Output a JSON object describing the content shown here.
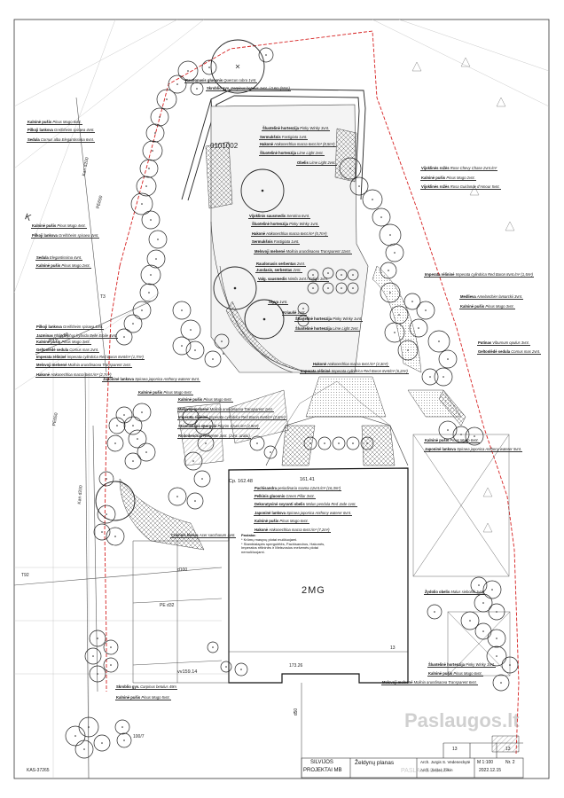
{
  "colors": {
    "line": "#222222",
    "boundary": "#d62020",
    "hatch": "#555555",
    "light": "#888888"
  },
  "labels_left": [
    {
      "b": "Raudonasis gluosnis",
      "i": "Quercus rubra 1vnt."
    },
    {
      "b": "Skroblio gyv.",
      "i": "Carpinus betulus 1vnt. / 0.6m (56m)"
    },
    {
      "b": "Kalninė pušis",
      "i": "Pinus Mugo 6vnt."
    },
    {
      "b": "Pilkoji lanksva",
      "i": "Greifsheim spiraea 4vnt."
    },
    {
      "b": "Sedula",
      "i": "Cornus alba Elegantissima 6vnt."
    },
    {
      "b": "Kalninė pušis",
      "i": "Pinus Mugo 4vnt."
    },
    {
      "b": "Pilkoji lanksva",
      "i": "Greifsheim spiraea 4vnt."
    },
    {
      "b": "Sedula",
      "i": "Elegantissima 4vnt."
    },
    {
      "b": "Kalninė pušis",
      "i": "Pinus Mugo 2vnt."
    },
    {
      "b": "Pilkoji lanksva",
      "i": "Greifsheim spiraea 1vnt."
    },
    {
      "b": "Jazminas",
      "i": "Philadelphus hybrida Belle Etoile 4vnt."
    },
    {
      "b": "Kalninė pušis",
      "i": "Pinus Mugo 3vnt."
    },
    {
      "b": "Geltonlėdė sedula",
      "i": "Cornus mas 2vnt."
    },
    {
      "b": "Imperata rėlininė",
      "i": "Imperata cylindrica Red Baron 8vnt/m² (1,7m²)"
    },
    {
      "b": "Melsvoji melvenė",
      "i": "Molinia arundinacea Transparent 1vnt."
    },
    {
      "b": "Hakonė",
      "i": "Hakonechloa macra 6vnt./m² (2,7m²)"
    },
    {
      "b": "Japoninė lanksva",
      "i": "Spiraea japonica Anthony waterer 6vnt."
    },
    {
      "b": "Kalninė pušis",
      "i": "Pinus Mugo 6vnt."
    },
    {
      "b": "Skroblio gyv.",
      "i": "Carpinus betulus 49m"
    },
    {
      "b": "Kalninė pušis",
      "i": "Pinus Mugo 5vnt."
    }
  ],
  "labels_center": [
    {
      "b": "Šluotelinė hortenzija",
      "i": "Pinky Winky 3vnt."
    },
    {
      "b": "Sermukšnis",
      "i": "Fastigiata 1vnt."
    },
    {
      "b": "Hakonė",
      "i": "Hakonechloa macra 6vnt./m² (8,5m²)"
    },
    {
      "b": "Šluotelinė hortenzija",
      "i": "Lime Light 2vnt."
    },
    {
      "b": "Obelis",
      "i": "Lime Light 2vnt."
    },
    {
      "b": "Vijoklinis sausmedis",
      "i": "Serotina 6vnt."
    },
    {
      "b": "Šluotelinė hortenzija",
      "i": "Pinky Winky 1vnt."
    },
    {
      "b": "Hakonė",
      "i": "Hakonechloa macra 6vnt./m² (5,7m²)"
    },
    {
      "b": "Sermukšnis",
      "i": "Fastigiata 1vnt."
    },
    {
      "b": "Melsvoji melvenė",
      "i": "Molinia arundinacea Transparent 11vnt."
    },
    {
      "b": "Raudonasis serbentas",
      "i": "2vnt."
    },
    {
      "b": "Juodasis, serbentas",
      "i": "2vnt."
    },
    {
      "b": "Valg. sausmedis",
      "i": "Nimfa 1vnt./ Indigo 1vnt."
    },
    {
      "b": "Slyva",
      "i": "1vnt."
    },
    {
      "b": "Kriaušė",
      "i": "1vnt."
    },
    {
      "b": "Šluotelinė hortenzija",
      "i": "Pinky Winky 1vnt."
    },
    {
      "b": "Šluotelinė hortenzija",
      "i": "Lime Light 2vnt."
    },
    {
      "b": "Hakonė",
      "i": "Hakonechloa macra 6vnt./m² (4,3m²)"
    },
    {
      "b": "Imperata rėlininė",
      "i": "Imperata cylindrica Red Baron 8vnt/m² (6,2m²)"
    },
    {
      "b": "Kalninė pušis",
      "i": "Pinus Mugo 6vnt."
    },
    {
      "b": "Melsvoji melvenė",
      "i": "Molinia arundinacea Transparent 1vnt."
    },
    {
      "b": "Imperata rėlininė",
      "i": "Imperata cylindrica Red Baron 8vnt/m² (2,8m²)"
    },
    {
      "b": "Stambialapė spergulė",
      "i": "Pilgrim 12vnt./m² (2,9m²)"
    },
    {
      "b": "Rododendras",
      "i": "Nofretete 3vnt. (2vnt. azaliu)"
    },
    {
      "b": "Pachisandra",
      "i": "periodinaria ssama 12vnt./m² (16,3m²)"
    },
    {
      "b": "Pelkinis gluosnis",
      "i": "Green Pillar 3vnt."
    },
    {
      "b": "Dekoratyvinė svyranti obelis",
      "i": "Malus pendula Red Jade 1vnt."
    },
    {
      "b": "Japoninė lanksva",
      "i": "Spiraea japonica Anthony waterer 6vnt."
    },
    {
      "b": "Kalninė pušis",
      "i": "Pinus Mugo 6vnt."
    },
    {
      "b": "Hakonė",
      "i": "Hakonechloa macra 6vnt./m² (7,2m²)"
    },
    {
      "b": "Cukrinis klevas",
      "i": "Acer saccharum 1vnt."
    }
  ],
  "labels_right": [
    {
      "b": "Vijoklinės rožės",
      "i": "Rose Chevy Chase 2vnt./m²"
    },
    {
      "b": "Kalninė pušis",
      "i": "Pinus Mugo 2vnt."
    },
    {
      "b": "Vijoklinės rožės",
      "i": "Rosa Guirlande d'Amour 5vnt."
    },
    {
      "b": "Imperata rėlininė",
      "i": "Imperata cylindrica Red Baron 8vnt./m² (1,5m²)"
    },
    {
      "b": "Medlieva",
      "i": "Amelanchier lamarckii 3vnt."
    },
    {
      "b": "Kalninė pušis",
      "i": "Pinus Mugo 3vnt."
    },
    {
      "b": "Putinas",
      "i": "Viburnum opulus 3vnt."
    },
    {
      "b": "Geltonlėdė sedula",
      "i": "Cornus mas 2vnt."
    },
    {
      "b": "Kalninė pušis",
      "i": "Pinus Mugo 6vnt."
    },
    {
      "b": "Japoninė lanksva",
      "i": "Spiraea japonica Anthony waterer 5vnt."
    },
    {
      "b": "Žydolio obelis",
      "i": "Malus sieboldii 1vnt."
    },
    {
      "b": "Šluotelinė hortenzija",
      "i": "Pinky Winky 1vnt."
    },
    {
      "b": "Kalninė pušis",
      "i": "Pinus Mugo 6vnt."
    },
    {
      "b": "Melsvoji melvenė",
      "i": "Molinia arundinacea Transparent 6vnt."
    }
  ],
  "notes": {
    "title": "Pastaba:",
    "lines": [
      "* Krūmų masyvų plotai mulčiuojami.",
      "* Stambialapės spergulėtės, Pachisandros, Hakonės,",
      "Imperatos rėlininės ir Melsvosios melvenės plotai",
      "nemulčiuojami."
    ]
  },
  "codes": {
    "parcel": "0101002",
    "building": "2MG",
    "pe650a": "PE650",
    "pe650b": "PE650",
    "pvc": "PVC d160",
    "t3": "T3",
    "t92": "T92",
    "kan": "Kan d200",
    "kan2": "Kan d200",
    "d100": "d100",
    "pe32": "PE d32",
    "d50": "d50",
    "vv": "vv159.14",
    "kas": "KAS-37265",
    "v100": "100/7",
    "c13": "13",
    "d13": "173.26",
    "lvl1": "Cp. 162.48",
    "lvl2": "161.41",
    "k1": "K"
  },
  "title_block": {
    "org_line1": "SILVIJOS",
    "org_line2": "PROJEKTAI MB",
    "drawing": "Želdynų planas",
    "arch1": "Arch. Jurgis S. Vedeneckytė",
    "arch2": "Arch. Justas Žilkin",
    "sheet": "M 1:100",
    "sheet_no": "Nr. 2",
    "date": "2022.12.15",
    "col1": "13",
    "col2": "13"
  },
  "watermark": "Paslaugos.lt",
  "watermark2": "PASLAUGOS.LT"
}
